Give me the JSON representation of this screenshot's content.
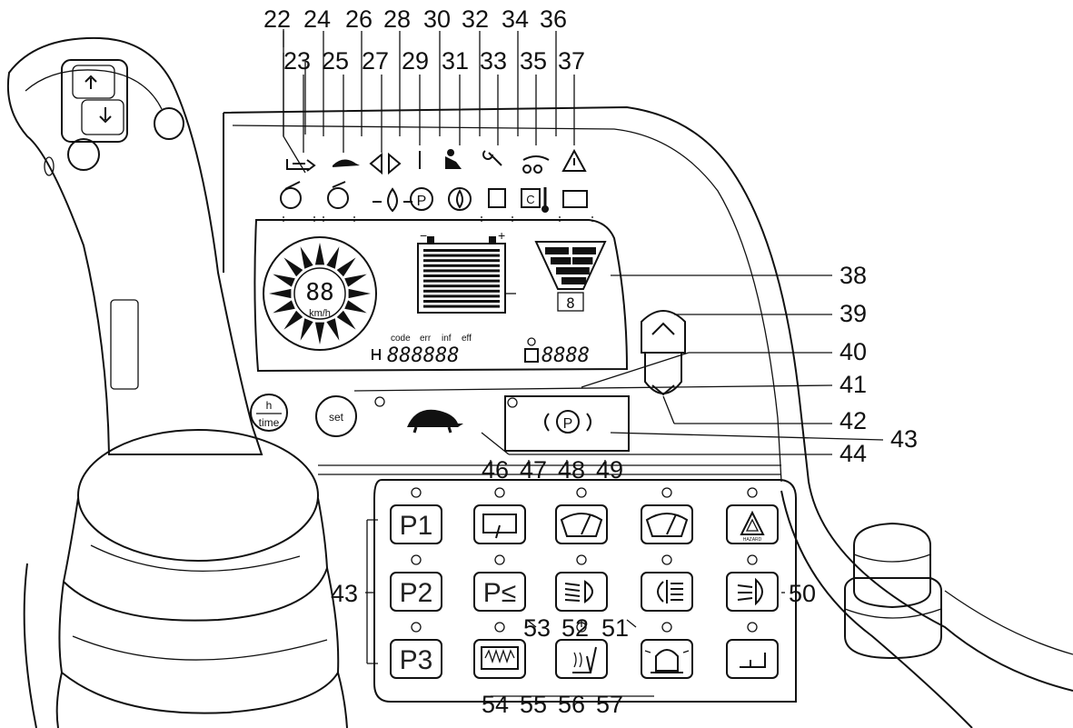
{
  "callouts_top": [
    "22",
    "24",
    "26",
    "28",
    "30",
    "32",
    "34",
    "36"
  ],
  "callouts_mid": [
    "23",
    "25",
    "27",
    "29",
    "31",
    "33",
    "35",
    "37"
  ],
  "callouts_right": [
    "38",
    "39",
    "40",
    "41",
    "42",
    "43",
    "44"
  ],
  "callouts_keypad_top": [
    "46",
    "47",
    "48",
    "49"
  ],
  "callouts_keypad_mid": [
    "53",
    "52",
    "51"
  ],
  "callouts_keypad_bottom": [
    "54",
    "55",
    "56",
    "57"
  ],
  "callout_left": "43",
  "callout_50": "50",
  "display": {
    "speed_digits": "88",
    "speed_unit": "km/h",
    "labels": [
      "code",
      "err",
      "inf",
      "eff"
    ],
    "digits_left": "888888",
    "digits_right": "8888",
    "gear_digit": "8"
  },
  "buttons": {
    "time_top": "h",
    "time_bottom": "time",
    "set": "set"
  },
  "keys": {
    "p1": "P1",
    "p2": "P2",
    "p3": "P3",
    "p_beam": "P≤",
    "hazard": "HAZARD"
  }
}
